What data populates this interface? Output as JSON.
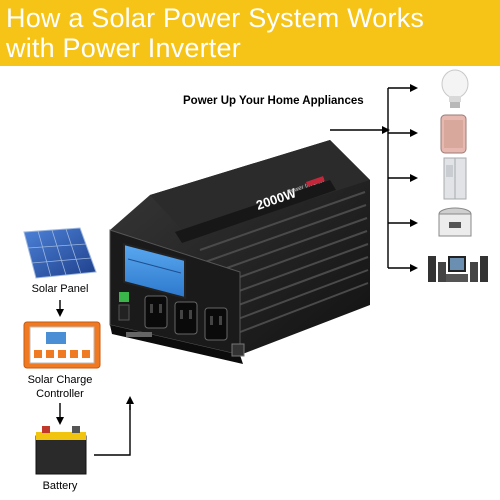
{
  "title": {
    "line1": "How a Solar Power System Works",
    "line2": "with Power Inverter"
  },
  "labels": {
    "appliances": "Power Up Your Home Appliances",
    "solar_panel": "Solar Panel",
    "charge_controller_line1": "Solar Charge",
    "charge_controller_line2": "Controller",
    "battery": "Battery"
  },
  "inverter": {
    "brand_text": "2000W",
    "model_text": "Power Inverter"
  },
  "appliances": [
    {
      "name": "light-bulb"
    },
    {
      "name": "smartphone"
    },
    {
      "name": "refrigerator"
    },
    {
      "name": "rice-cooker"
    },
    {
      "name": "home-theater"
    }
  ],
  "colors": {
    "header_bg": "#f6c317",
    "header_text": "#ffffff",
    "lcd_blue": "#3d8fe0",
    "controller_orange": "#f07a22",
    "panel_blue": "#2f5fb8"
  }
}
